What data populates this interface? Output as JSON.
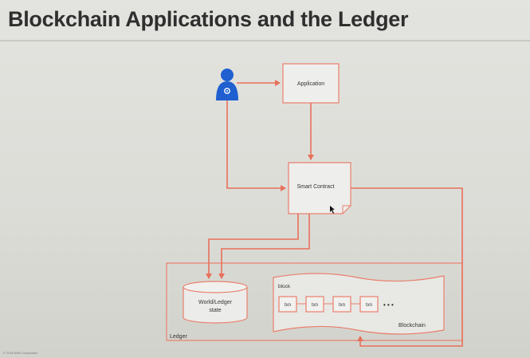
{
  "slide": {
    "title": "Blockchain Applications and the Ledger",
    "copyright": "© 2016 IBM Corporation"
  },
  "diagram": {
    "application_label": "Application",
    "smart_contract_label": "Smart Contract",
    "world_state_label_line1": "World/Ledger",
    "world_state_label_line2": "state",
    "block_label": "block",
    "txn_labels": [
      "txn",
      "txn",
      "txn",
      "txn"
    ],
    "ellipsis": "• • •",
    "blockchain_label": "Blockchain",
    "ledger_label": "Ledger",
    "user_icon": "user-gear-icon",
    "colors": {
      "connector": "#e8705a",
      "box_border": "#e8806c",
      "user": "#1f5fd0"
    }
  }
}
